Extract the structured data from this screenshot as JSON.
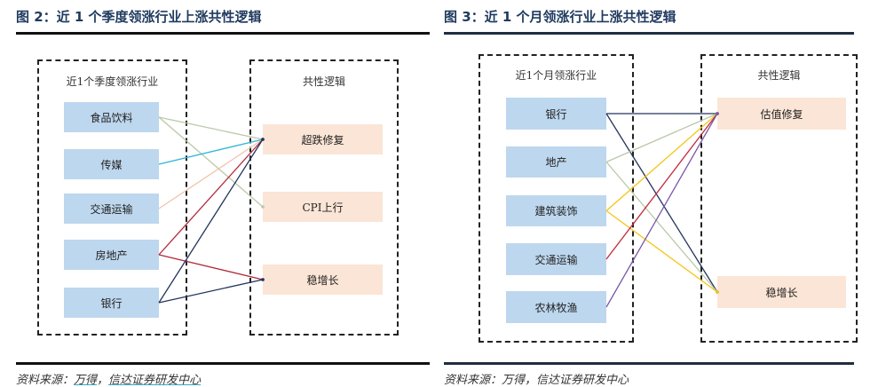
{
  "fig2": {
    "title": "图 2：近 1 个季度领涨行业上涨共性逻辑",
    "left_header": "近1个季度领涨行业",
    "right_header": "共性逻辑",
    "industries": [
      "食品饮料",
      "传媒",
      "交通运输",
      "房地产",
      "银行"
    ],
    "logics": [
      "超跌修复",
      "CPI上行",
      "稳增长"
    ],
    "links": [
      {
        "from": 0,
        "to": 0,
        "color": "#b9c9a8"
      },
      {
        "from": 0,
        "to": 1,
        "color": "#b9c9a8"
      },
      {
        "from": 1,
        "to": 0,
        "color": "#2bb5d6"
      },
      {
        "from": 2,
        "to": 0,
        "color": "#f2c4ad"
      },
      {
        "from": 3,
        "to": 0,
        "color": "#b0283a"
      },
      {
        "from": 3,
        "to": 2,
        "color": "#b0283a"
      },
      {
        "from": 4,
        "to": 0,
        "color": "#23345e"
      },
      {
        "from": 4,
        "to": 2,
        "color": "#23345e"
      }
    ],
    "source_prefix": "资料来源：",
    "source_a": "万得",
    "source_sep": "，",
    "source_b": "信达证券研发中心"
  },
  "fig3": {
    "title": "图 3：近 1 个月领涨行业上涨共性逻辑",
    "left_header": "近1个月领涨行业",
    "right_header": "共性逻辑",
    "industries": [
      "银行",
      "地产",
      "建筑装饰",
      "交通运输",
      "农林牧渔"
    ],
    "logics": [
      "估值修复",
      "稳增长"
    ],
    "links": [
      {
        "from": 0,
        "to": 0,
        "color": "#23345e"
      },
      {
        "from": 0,
        "to": 1,
        "color": "#23345e"
      },
      {
        "from": 1,
        "to": 0,
        "color": "#b9c9a8"
      },
      {
        "from": 1,
        "to": 1,
        "color": "#b9c9a8"
      },
      {
        "from": 2,
        "to": 0,
        "color": "#f5c518"
      },
      {
        "from": 2,
        "to": 1,
        "color": "#f5c518"
      },
      {
        "from": 3,
        "to": 0,
        "color": "#c0283a"
      },
      {
        "from": 4,
        "to": 0,
        "color": "#7b5aa6"
      }
    ],
    "source": "资料来源：万得，信达证券研发中心"
  }
}
